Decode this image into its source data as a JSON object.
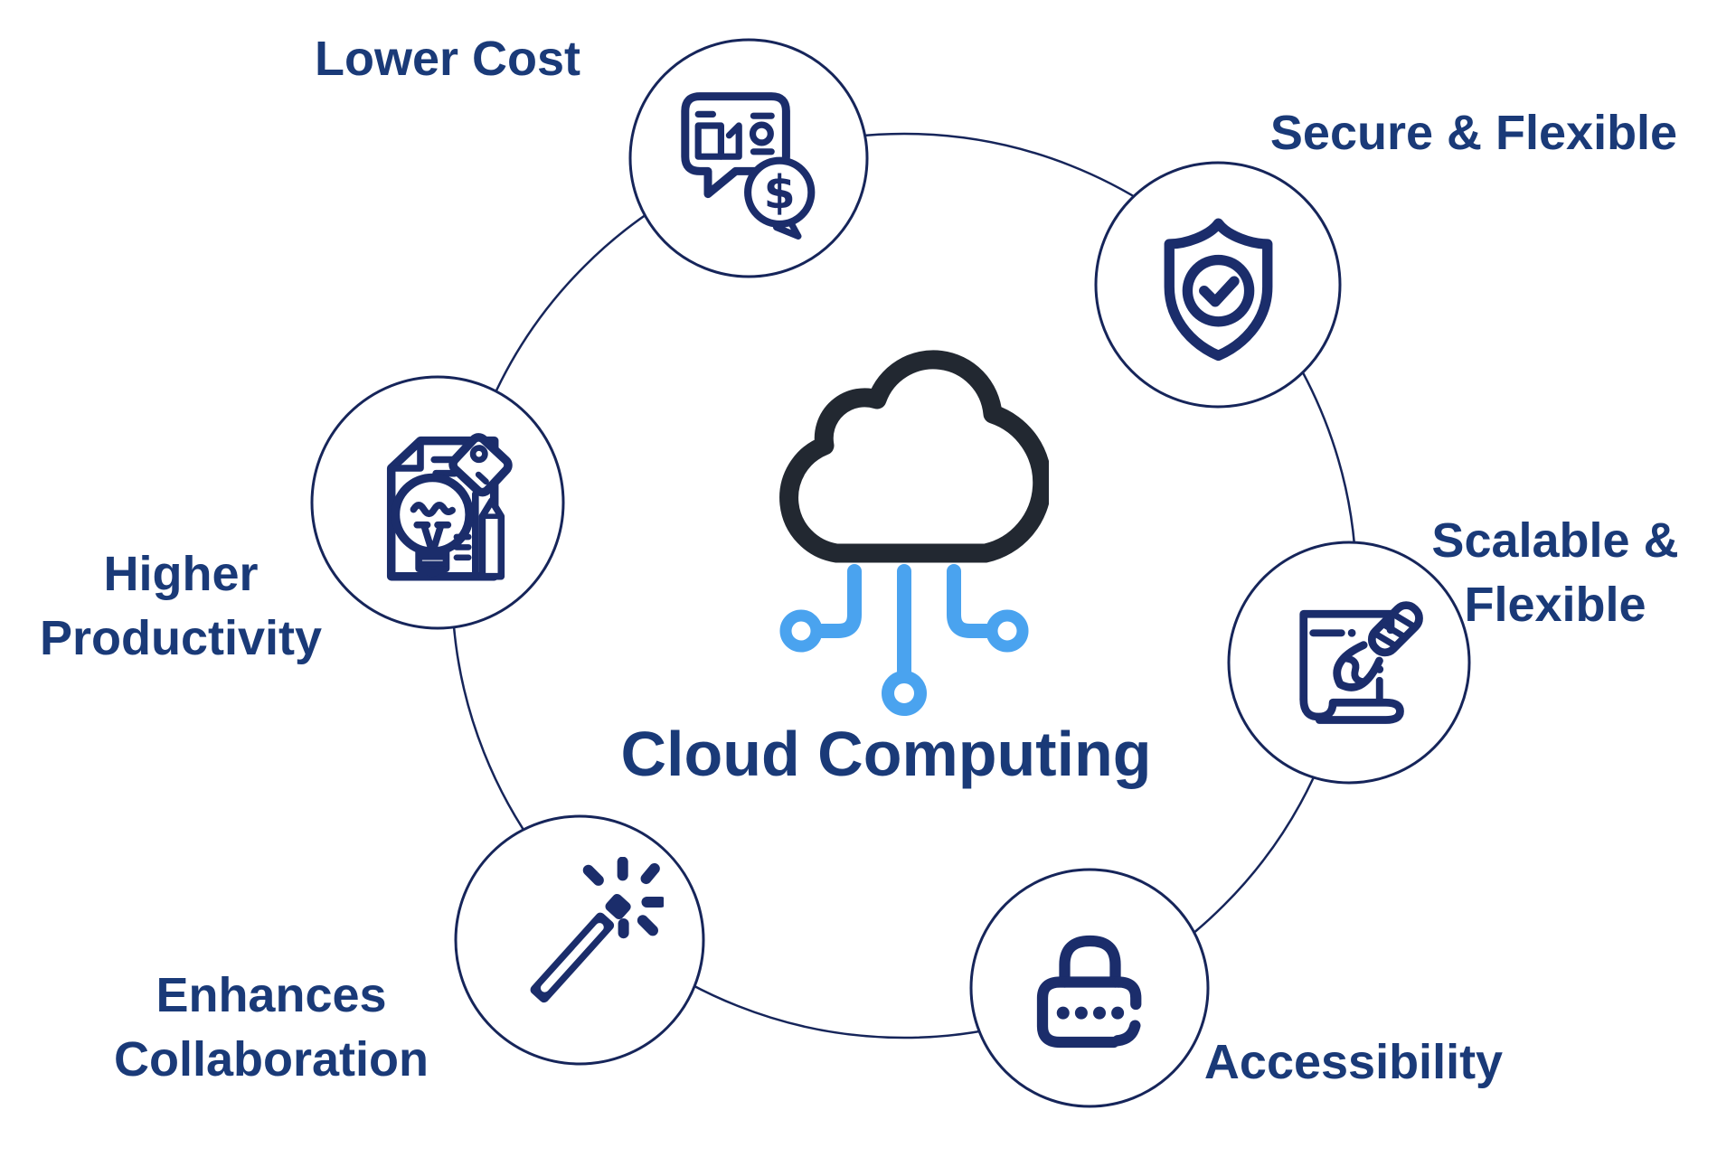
{
  "diagram": {
    "title": "Cloud Computing",
    "center_icon": "cloud-circuit-icon",
    "nodes": [
      {
        "id": "lower-cost",
        "icon": "money-chat-icon",
        "label_lines": [
          "Lower Cost"
        ]
      },
      {
        "id": "secure-flexible",
        "icon": "shield-check-icon",
        "label_lines": [
          "Secure & Flexible"
        ]
      },
      {
        "id": "scalable-flexible",
        "icon": "scroll-brush-icon",
        "label_lines": [
          "Scalable &",
          "Flexible"
        ]
      },
      {
        "id": "accessibility",
        "icon": "password-lock-icon",
        "label_lines": [
          "Accessibility"
        ]
      },
      {
        "id": "enhances-collaboration",
        "icon": "magic-wand-icon",
        "label_lines": [
          "Enhances",
          "Collaboration"
        ]
      },
      {
        "id": "higher-productivity",
        "icon": "idea-document-icon",
        "label_lines": [
          "Higher",
          "Productivity"
        ]
      }
    ],
    "glyphs": {
      "dollar": "$"
    },
    "colors": {
      "background": "#ffffff",
      "label_text": "#1a3a78",
      "icon_navy": "#1b2d6b",
      "ring_stroke": "#16255a",
      "cloud_dark": "#222831",
      "circuit_blue": "#4aa3ef"
    }
  }
}
